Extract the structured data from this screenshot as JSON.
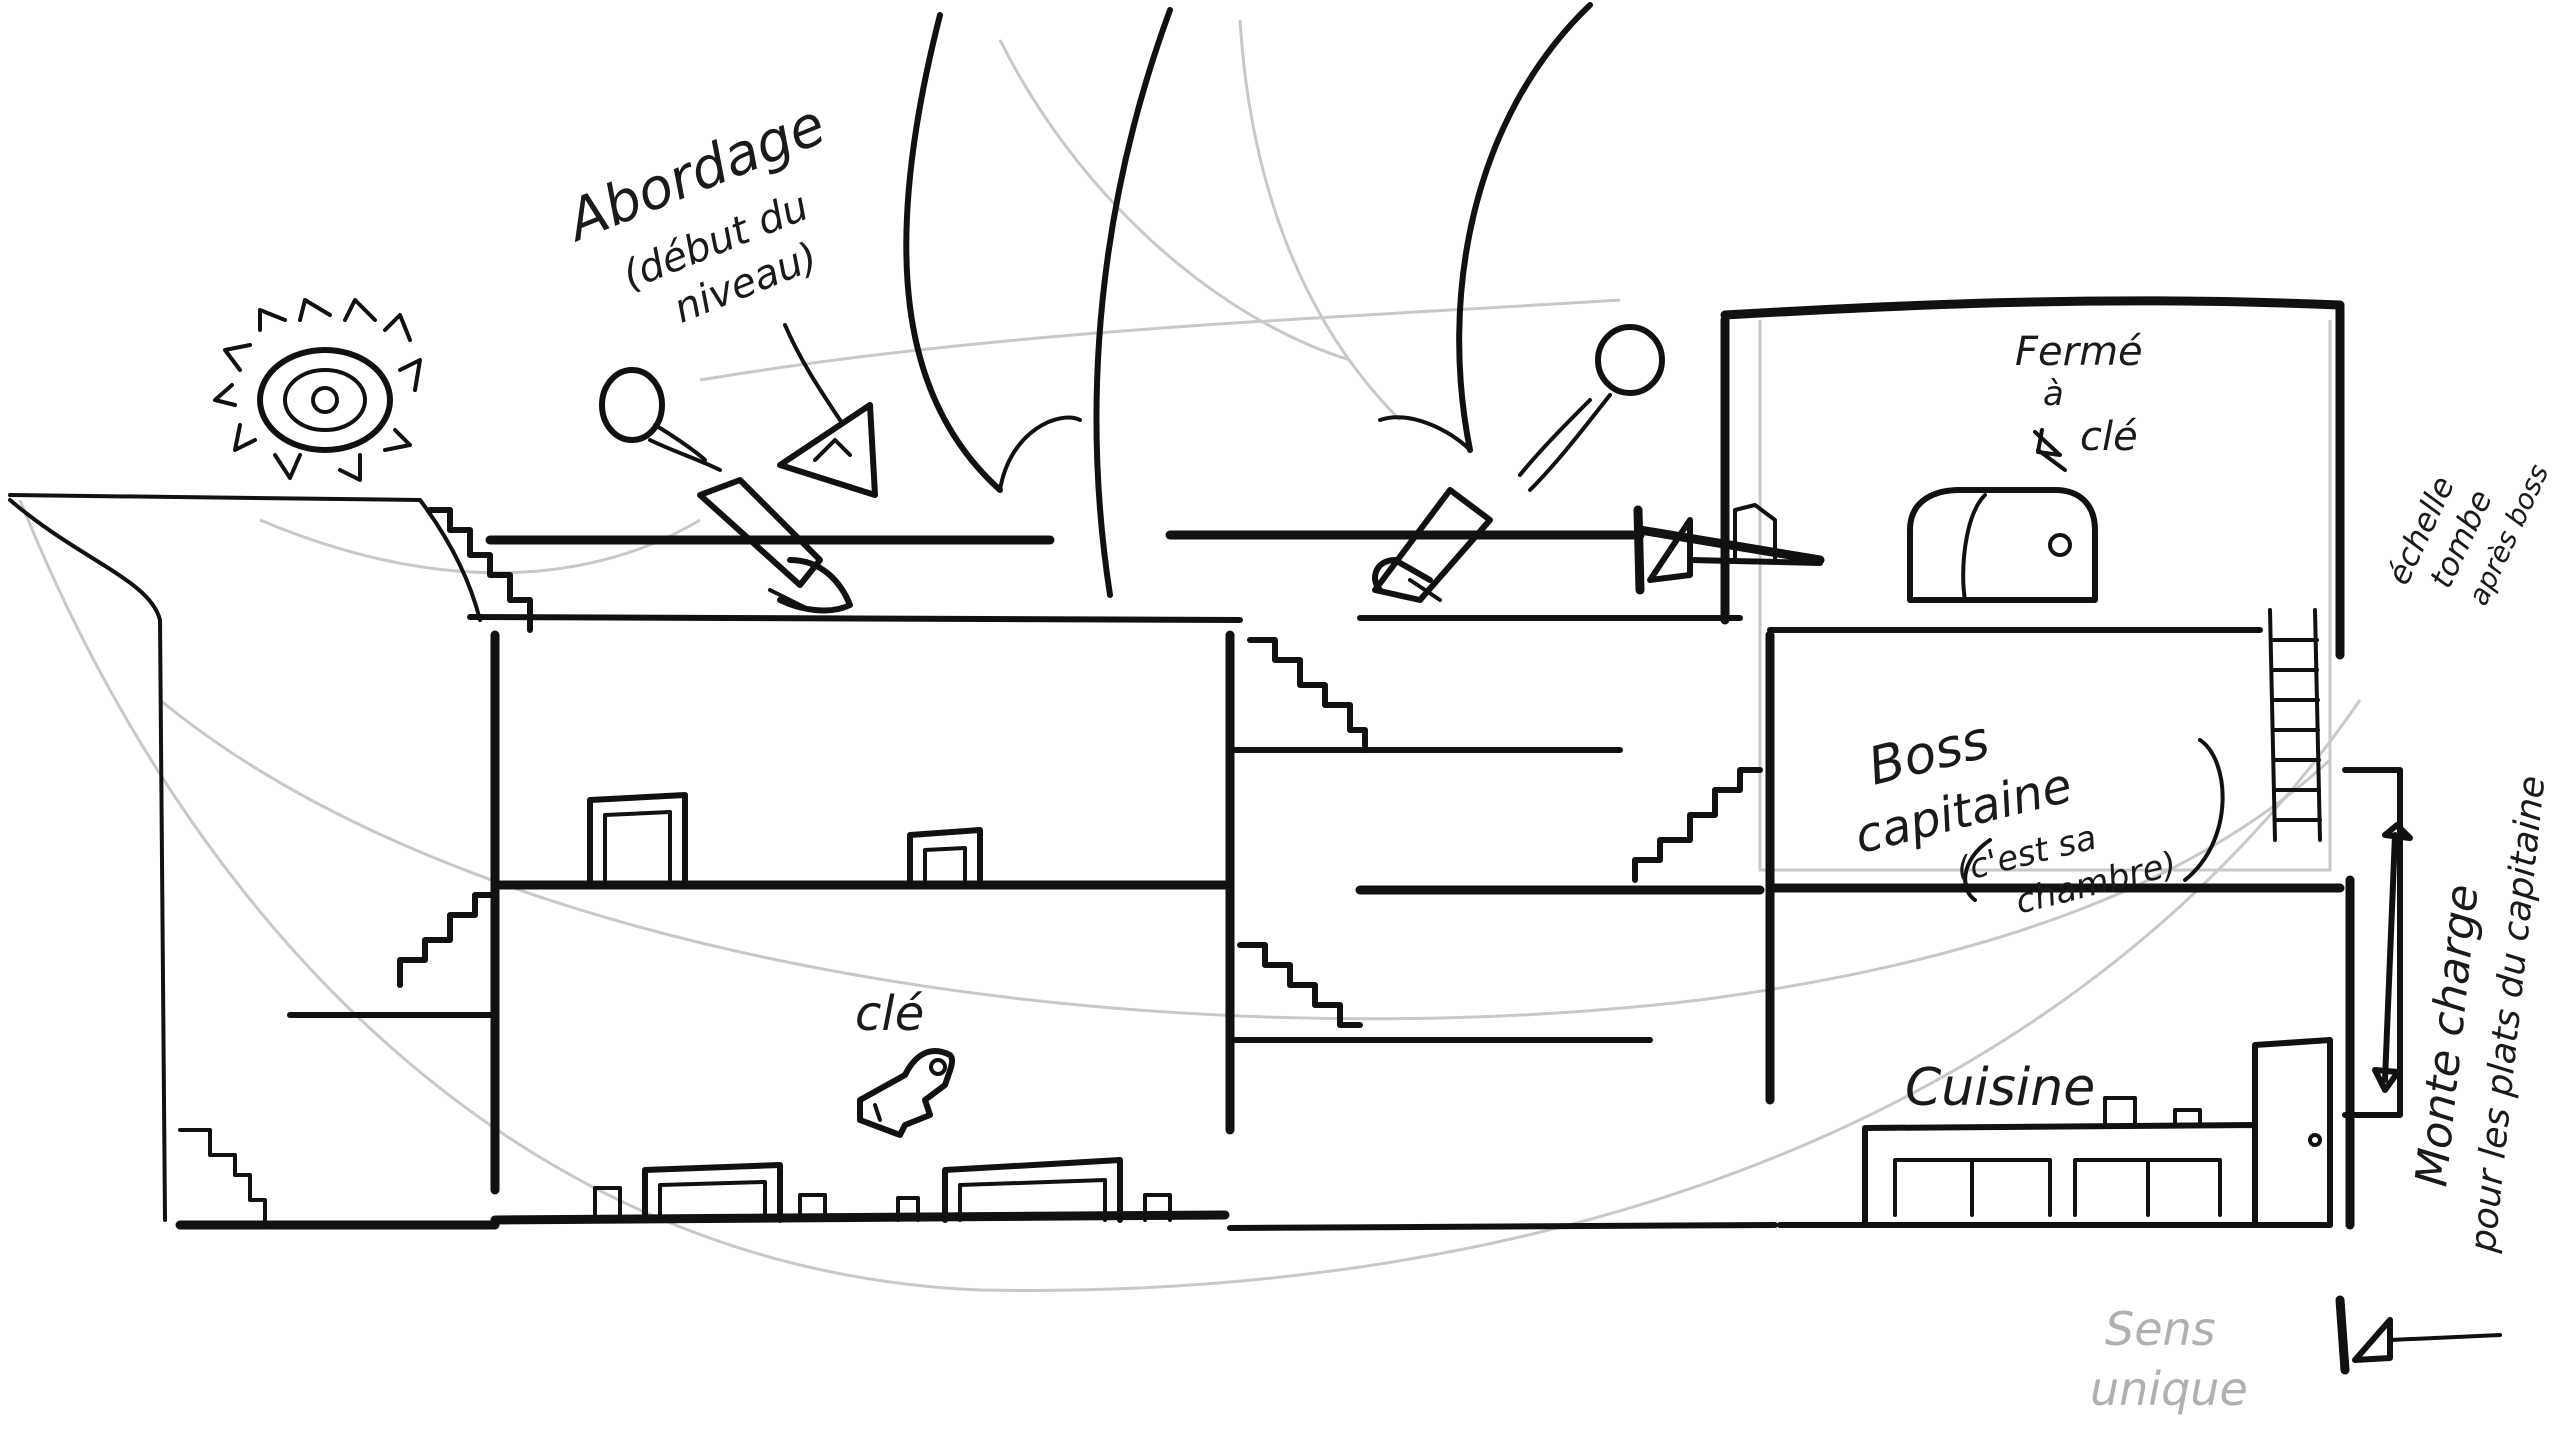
{
  "labels": {
    "boarding_l1": "Abordage",
    "boarding_l2": "(début du",
    "boarding_l3": "niveau)",
    "locked_l1": "Fermé",
    "locked_l2": "à",
    "locked_l3": "clé",
    "ladder_l1": "échelle",
    "ladder_l2": "tombe",
    "ladder_l3": "après boss",
    "boss_l1": "Boss",
    "boss_l2": "capitaine",
    "boss_l3": "(c'est sa",
    "boss_l4": "chambre)",
    "key": "clé",
    "kitchen": "Cuisine",
    "lift_l1": "Monte charge",
    "lift_l2": "pour les plats du capitaine",
    "oneway_l1": "Sens",
    "oneway_l2": "unique"
  },
  "icons": {
    "sun": "sun-icon",
    "key": "key-icon",
    "chest": "treasure-chest-icon",
    "cannon": "cannon-icon",
    "one_way": "one-way-gate-icon"
  },
  "colors": {
    "ink": "#111111",
    "faint": "#c8c8c8",
    "paper": "#ffffff"
  }
}
